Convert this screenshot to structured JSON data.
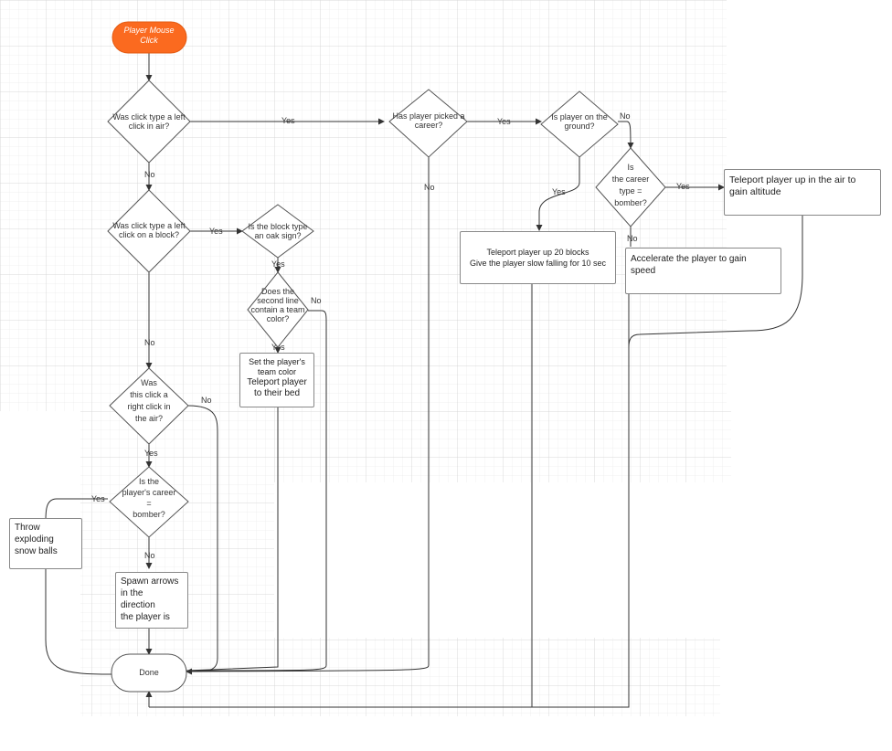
{
  "nodes": {
    "start": "Player Mouse Click",
    "d1": [
      "Was click type a left",
      "click in air?"
    ],
    "d2": [
      "Was click type a left",
      "click on a block?"
    ],
    "d3": [
      "Was",
      "this click a",
      "right click in",
      "the air?"
    ],
    "d4": [
      "Is the",
      "player's career",
      "=",
      "bomber?"
    ],
    "d5": [
      "Is the block type",
      "an oak sign?"
    ],
    "d6": [
      "Does the",
      "second line",
      "contain a team",
      "color?"
    ],
    "d7": [
      "Has player picked a",
      "career?"
    ],
    "d8": [
      "Is player on the",
      "ground?"
    ],
    "d9": [
      "Is",
      "the career",
      "type =",
      "bomber?"
    ],
    "done": "Done",
    "box_throw": [
      "Throw",
      "exploding",
      "snow balls"
    ],
    "box_spawn": [
      "Spawn arrows",
      "in the",
      "direction",
      "the player is"
    ],
    "box_team": [
      "Set the player's",
      "team color"
    ],
    "box_team_tp": [
      "Teleport player",
      "to their bed"
    ],
    "box_tp20": [
      "Teleport player up 20 blocks",
      "Give the player slow falling for 10 sec"
    ],
    "box_accel": [
      "Accelerate the player to gain",
      "speed"
    ],
    "box_tpair": [
      "Teleport player up in the air to",
      "gain altitude"
    ]
  },
  "labels": {
    "yes": "Yes",
    "no": "No"
  },
  "colors": {
    "start_fill": "#fb6a1f",
    "grid": "#dcdcdc",
    "line": "#333333"
  }
}
